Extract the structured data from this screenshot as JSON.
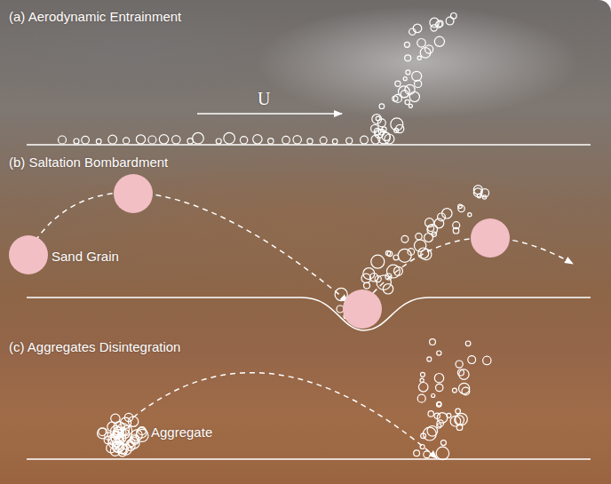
{
  "diagram": {
    "labels": [
      "(a) Aerodynamic Entrainment",
      "U",
      "(b) Saltation Bombardment",
      "Sand Grain",
      "(c) Aggregates Disintegration",
      "Aggregate"
    ]
  }
}
